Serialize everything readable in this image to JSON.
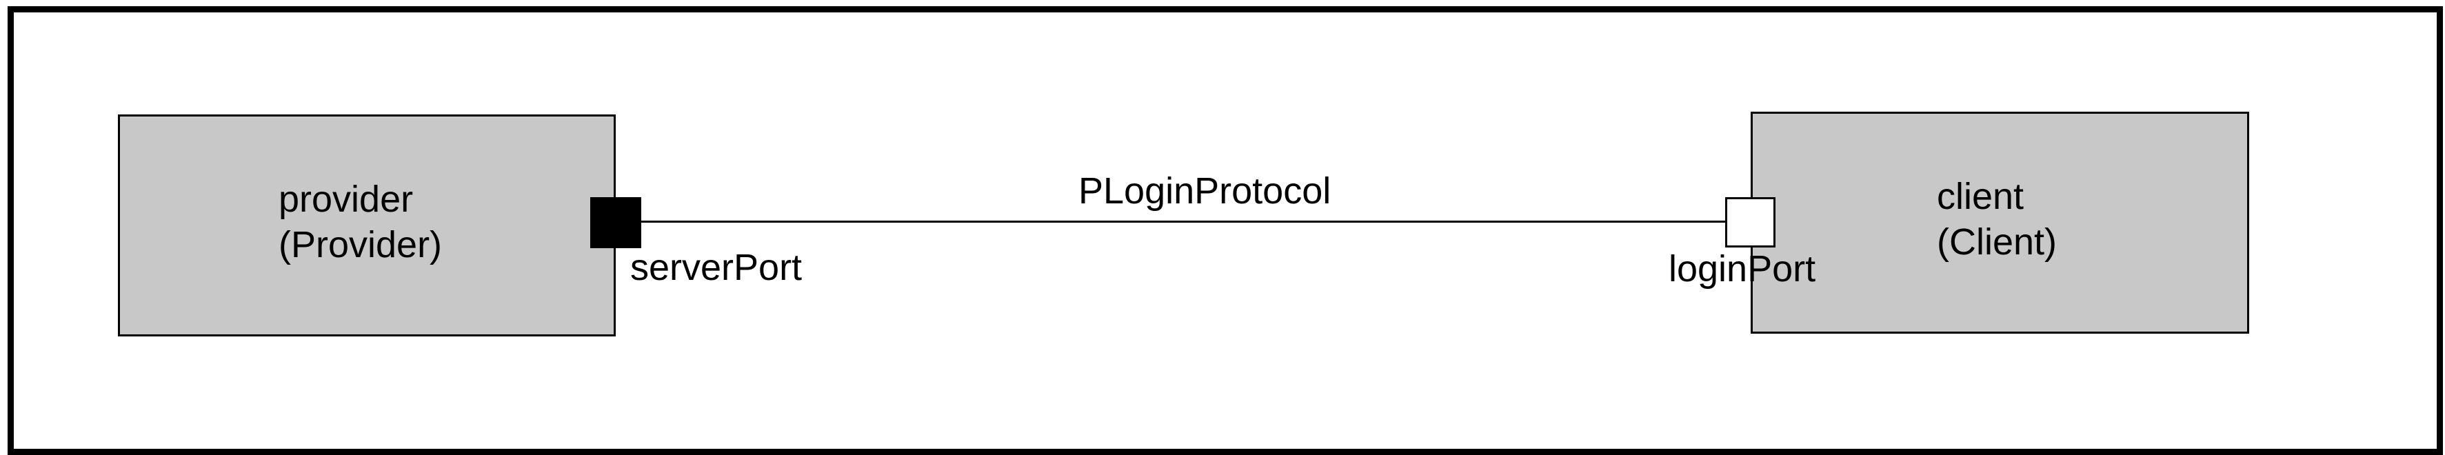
{
  "components": {
    "provider": {
      "name": "provider",
      "type": "(Provider)",
      "port": {
        "name": "serverPort",
        "style": "filled"
      }
    },
    "client": {
      "name": "client",
      "type": "(Client)",
      "port": {
        "name": "loginPort",
        "style": "outlined"
      }
    }
  },
  "connector": {
    "label": "PLoginProtocol"
  },
  "colors": {
    "component_fill": "#c8c8c8",
    "outline": "#000000",
    "background": "#ffffff"
  }
}
